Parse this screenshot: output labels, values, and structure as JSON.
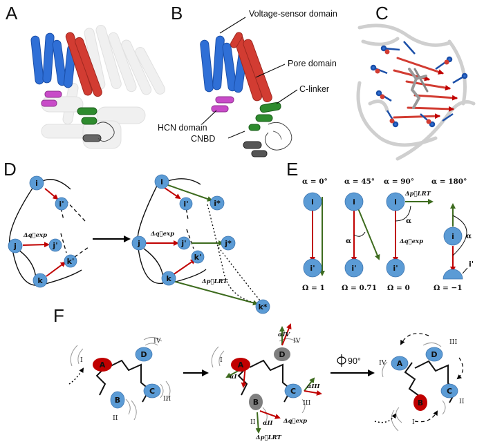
{
  "panels": {
    "A": "A",
    "B": "B",
    "C": "C",
    "D": "D",
    "E": "E",
    "F": "F"
  },
  "panelB": {
    "labels": [
      "Voltage-sensor domain",
      "Pore domain",
      "C-linker",
      "HCN domain",
      "CNBD"
    ]
  },
  "panelD": {
    "left_nodes": [
      "i",
      "i'",
      "j",
      "j'",
      "k",
      "k'"
    ],
    "right_nodes": [
      "i",
      "i'",
      "i*",
      "j",
      "j'",
      "j*",
      "k",
      "k'",
      "k*"
    ],
    "dq_label": "Δq⃗exp",
    "dp_label": "Δp⃗LRT"
  },
  "panelE": {
    "columns": [
      {
        "alpha": "α = 0°",
        "omega": "Ω = 1"
      },
      {
        "alpha": "α = 45°",
        "omega": "Ω = 0.71"
      },
      {
        "alpha": "α = 90°",
        "omega": "Ω = 0"
      },
      {
        "alpha": "α = 180°",
        "omega": "Ω = −1"
      }
    ],
    "node_i": "i",
    "node_ip": "i'",
    "alpha_symbol": "α",
    "dp_label": "Δp⃗LRT",
    "dq_label": "Δq⃗exp"
  },
  "panelF": {
    "subunits": [
      "A",
      "B",
      "C",
      "D"
    ],
    "roman": [
      "I",
      "II",
      "III",
      "IV"
    ],
    "alphas": [
      "αI",
      "αII",
      "αIII",
      "αIV"
    ],
    "rotation": "90°",
    "dq_label": "Δq⃗exp",
    "dp_label": "Δp⃗LRT"
  },
  "colors": {
    "node": "#5b9bd5",
    "red_arrow": "#c00000",
    "green_arrow": "#3d6b1e",
    "vsd_blue": "#2f6fd6",
    "pore_red": "#d23c32",
    "clinker_green": "#2e8b2e",
    "hcn_magenta": "#c84bc8",
    "cnbd_gray": "#555555"
  }
}
